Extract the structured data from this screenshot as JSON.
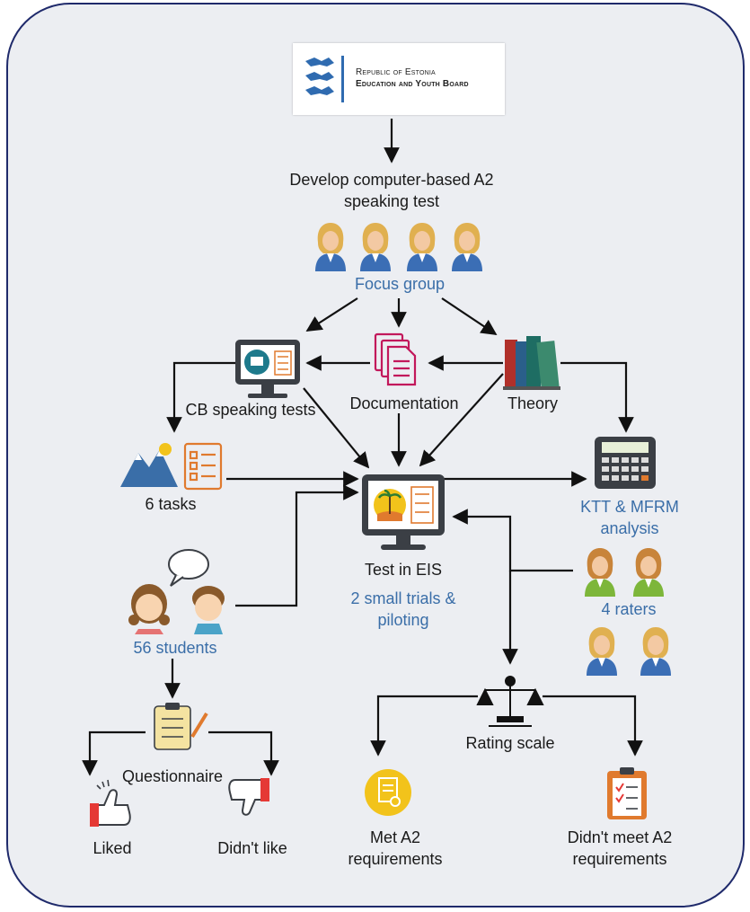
{
  "logo": {
    "line1": "Republic of Estonia",
    "line2": "Education and Youth Board"
  },
  "nodes": {
    "develop": [
      "Develop computer-based A2",
      "speaking test"
    ],
    "focus_group": "Focus group",
    "cb_speaking_tests": "CB speaking tests",
    "documentation": "Documentation",
    "theory": "Theory",
    "six_tasks": "6 tasks",
    "ktt_mfrm": [
      "KTT & MFRM",
      "analysis"
    ],
    "test_in_eis": "Test in EIS",
    "trials": [
      "2 small trials &",
      "piloting"
    ],
    "raters": "4 raters",
    "students": "56 students",
    "questionnaire": "Questionnaire",
    "rating_scale": "Rating scale",
    "liked": "Liked",
    "didnt_like": "Didn't like",
    "met_a2": [
      "Met A2",
      "requirements"
    ],
    "didnt_meet_a2": [
      "Didn't meet A2",
      "requirements"
    ]
  },
  "colors": {
    "panel_fill": "#eceef2",
    "panel_border": "#1f2a6b",
    "arrow": "#111111",
    "blue_text": "#3a6ea8",
    "person_suit": "#3b6eb5",
    "rater_suit": "#7db63a",
    "hair": "#e0b050",
    "doc_icon": "#c2185b",
    "monitor": "#3b3f45",
    "screen": "#1e7a8c",
    "task_icon": "#e07a2e",
    "badge_yellow": "#f2c31b",
    "thumb_red": "#e53935"
  }
}
